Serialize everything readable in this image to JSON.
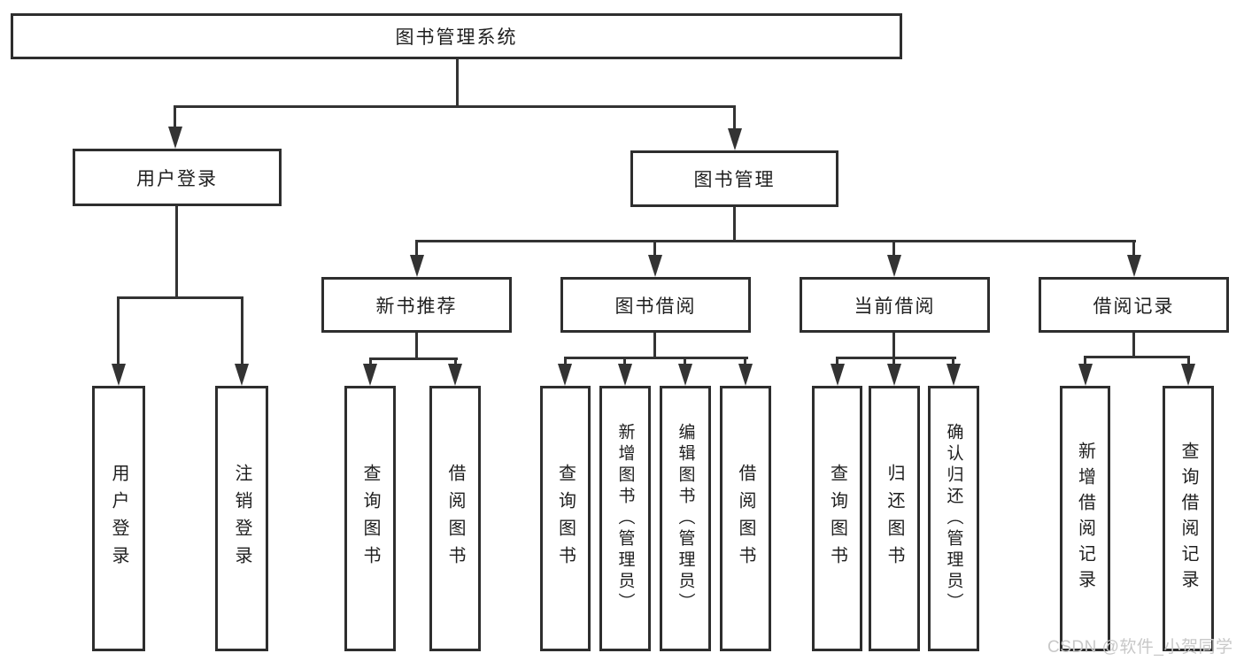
{
  "diagram": {
    "title_node": "图书管理系统",
    "root": {
      "label": "图书管理系统"
    },
    "level2": [
      {
        "label": "用户登录",
        "parent": "图书管理系统"
      },
      {
        "label": "图书管理",
        "parent": "图书管理系统"
      }
    ],
    "level3": [
      {
        "label": "新书推荐",
        "parent": "图书管理"
      },
      {
        "label": "图书借阅",
        "parent": "图书管理"
      },
      {
        "label": "当前借阅",
        "parent": "图书管理"
      },
      {
        "label": "借阅记录",
        "parent": "图书管理"
      }
    ],
    "leaves": [
      {
        "label": "用户登录",
        "parent": "用户登录"
      },
      {
        "label": "注销登录",
        "parent": "用户登录"
      },
      {
        "label": "查询图书",
        "parent": "新书推荐"
      },
      {
        "label": "借阅图书",
        "parent": "新书推荐"
      },
      {
        "label": "查询图书",
        "parent": "图书借阅"
      },
      {
        "label": "新增图书（管理员）",
        "parent": "图书借阅"
      },
      {
        "label": "编辑图书（管理员）",
        "parent": "图书借阅"
      },
      {
        "label": "借阅图书",
        "parent": "图书借阅"
      },
      {
        "label": "查询图书",
        "parent": "当前借阅"
      },
      {
        "label": "归还图书",
        "parent": "当前借阅"
      },
      {
        "label": "确认归还（管理员）",
        "parent": "当前借阅"
      },
      {
        "label": "新增借阅记录",
        "parent": "借阅记录"
      },
      {
        "label": "查询借阅记录",
        "parent": "借阅记录"
      }
    ],
    "colors": {
      "background": "#ffffff",
      "box_fill": "#ffffff",
      "box_border": "#2e2e2e",
      "connector": "#333333",
      "text": "#1f1f1f",
      "watermark": "#c8c8c8"
    }
  },
  "watermark": {
    "text": "CSDN @软件_小贺同学"
  }
}
